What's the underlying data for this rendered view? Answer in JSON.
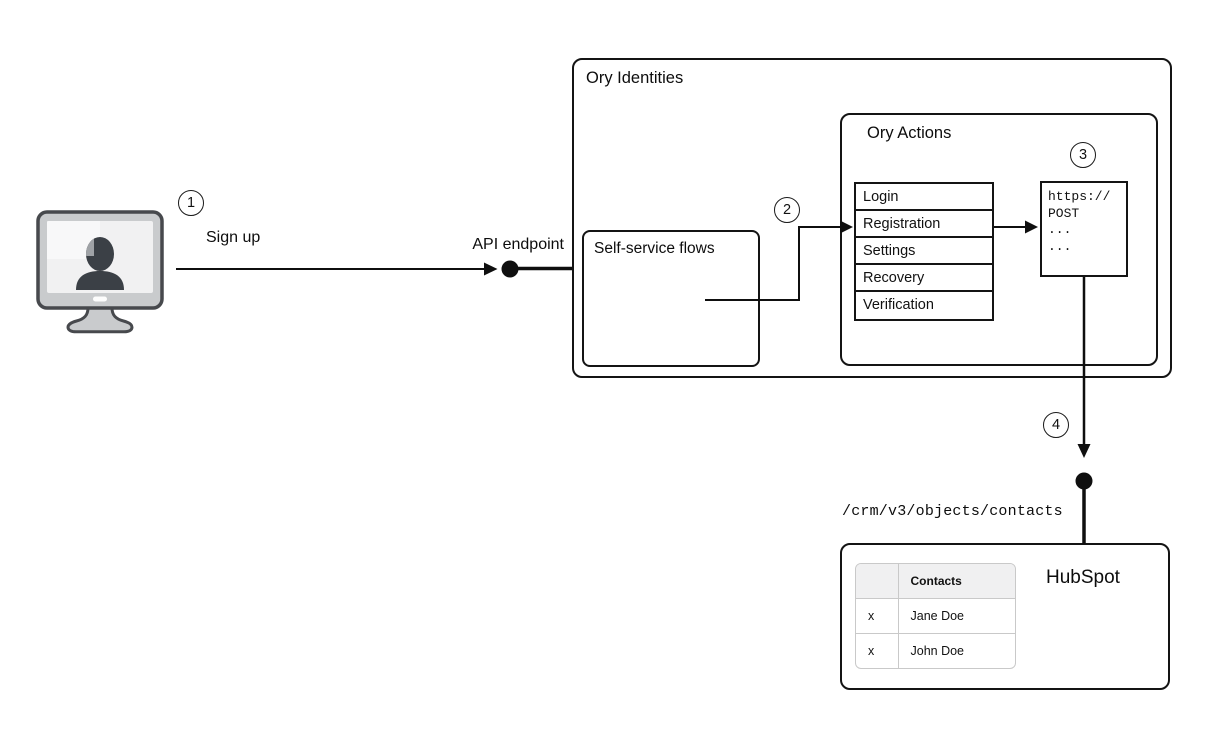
{
  "badges": [
    "1",
    "2",
    "3",
    "4"
  ],
  "labels": {
    "sign_up": "Sign up",
    "api_endpoint": "API endpoint",
    "crm_endpoint": "/crm/v3/objects/contacts"
  },
  "ory_identities": {
    "title": "Ory Identities",
    "self_service_flows": {
      "title": "Self-service flows"
    },
    "ory_actions": {
      "title": "Ory Actions",
      "flows": [
        "Login",
        "Registration",
        "Settings",
        "Recovery",
        "Verification"
      ],
      "webhook": {
        "code_lines": [
          "https://",
          "POST",
          "...",
          "..."
        ]
      }
    }
  },
  "hubspot": {
    "title": "HubSpot",
    "contacts_table": {
      "columns": [
        "",
        "Contacts"
      ],
      "rows": [
        [
          "x",
          "Jane Doe"
        ],
        [
          "x",
          "John Doe"
        ]
      ]
    }
  },
  "colors": {
    "canvas-bg": "#ffffff",
    "line": "#0f0f0f",
    "box-border": "#141414",
    "table-border": "#c9c9c9",
    "table-header-bg": "#f0f0f1",
    "monitor-frame": "#c9cbcd",
    "monitor-outline": "#47494d",
    "monitor-screen": "#f1f1f2",
    "silhouette": "#3b4046",
    "silhouette-highlight": "#9fa2a6"
  }
}
